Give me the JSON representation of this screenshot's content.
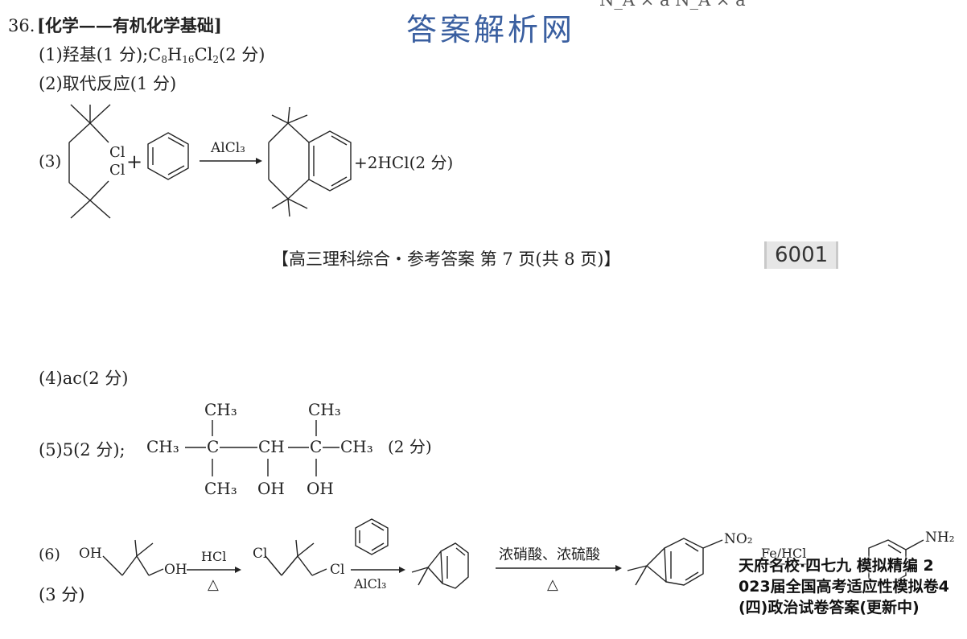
{
  "top_watermark": "答案解析网",
  "header_fragment": "N_A × a          N_A × a",
  "q36": {
    "number": "36.",
    "title": "[化学——有机化学基础]",
    "p1_prefix": "(1)羟基(1 分);",
    "p1_formula": [
      "C",
      "8",
      "H",
      "16",
      "Cl",
      "2"
    ],
    "p1_suffix": "(2 分)",
    "p2": "(2)取代反应(1 分)",
    "p3_label": "(3)",
    "p3_cl1": "Cl",
    "p3_cl2": "Cl",
    "p3_plus": "+",
    "p3_reagent": "AlCl₃",
    "p3_product_suffix": "+2HCl(2 分)"
  },
  "footer": {
    "page_info": "【高三理科综合・参考答案   第 7 页(共 8 页)】",
    "code": "6001"
  },
  "page2": {
    "p4": "(4)ac(2 分)",
    "p5_prefix": "(5)5(2 分);",
    "p5_struct": {
      "ch3_top1": "CH₃",
      "ch3_top2": "CH₃",
      "ch3_left": "CH₃",
      "c1": "C",
      "ch": "CH",
      "c2": "C",
      "ch3_right": "CH₃",
      "score": "(2 分)",
      "ch3_bottom": "CH₃",
      "oh1": "OH",
      "oh2": "OH"
    },
    "p6_label": "(6)",
    "p6": {
      "oh_start": "OH",
      "oh_end": "OH",
      "reagent1": "HCl",
      "cond1": "△",
      "cl_left": "Cl",
      "cl_right": "Cl",
      "reagent2": "AlCl₃",
      "reagent3": "浓硝酸、浓硫酸",
      "cond3": "△",
      "no2": "NO₂",
      "reagent4": "Fe/HCl",
      "nh2": "NH₂"
    },
    "p6_score": "(3 分)"
  },
  "bottom_watermark": {
    "line1": "天府名校·四七九 模拟精编 2",
    "line2": "023届全国高考适应性模拟卷4",
    "line3": "(四)政治试卷答案(更新中)"
  }
}
